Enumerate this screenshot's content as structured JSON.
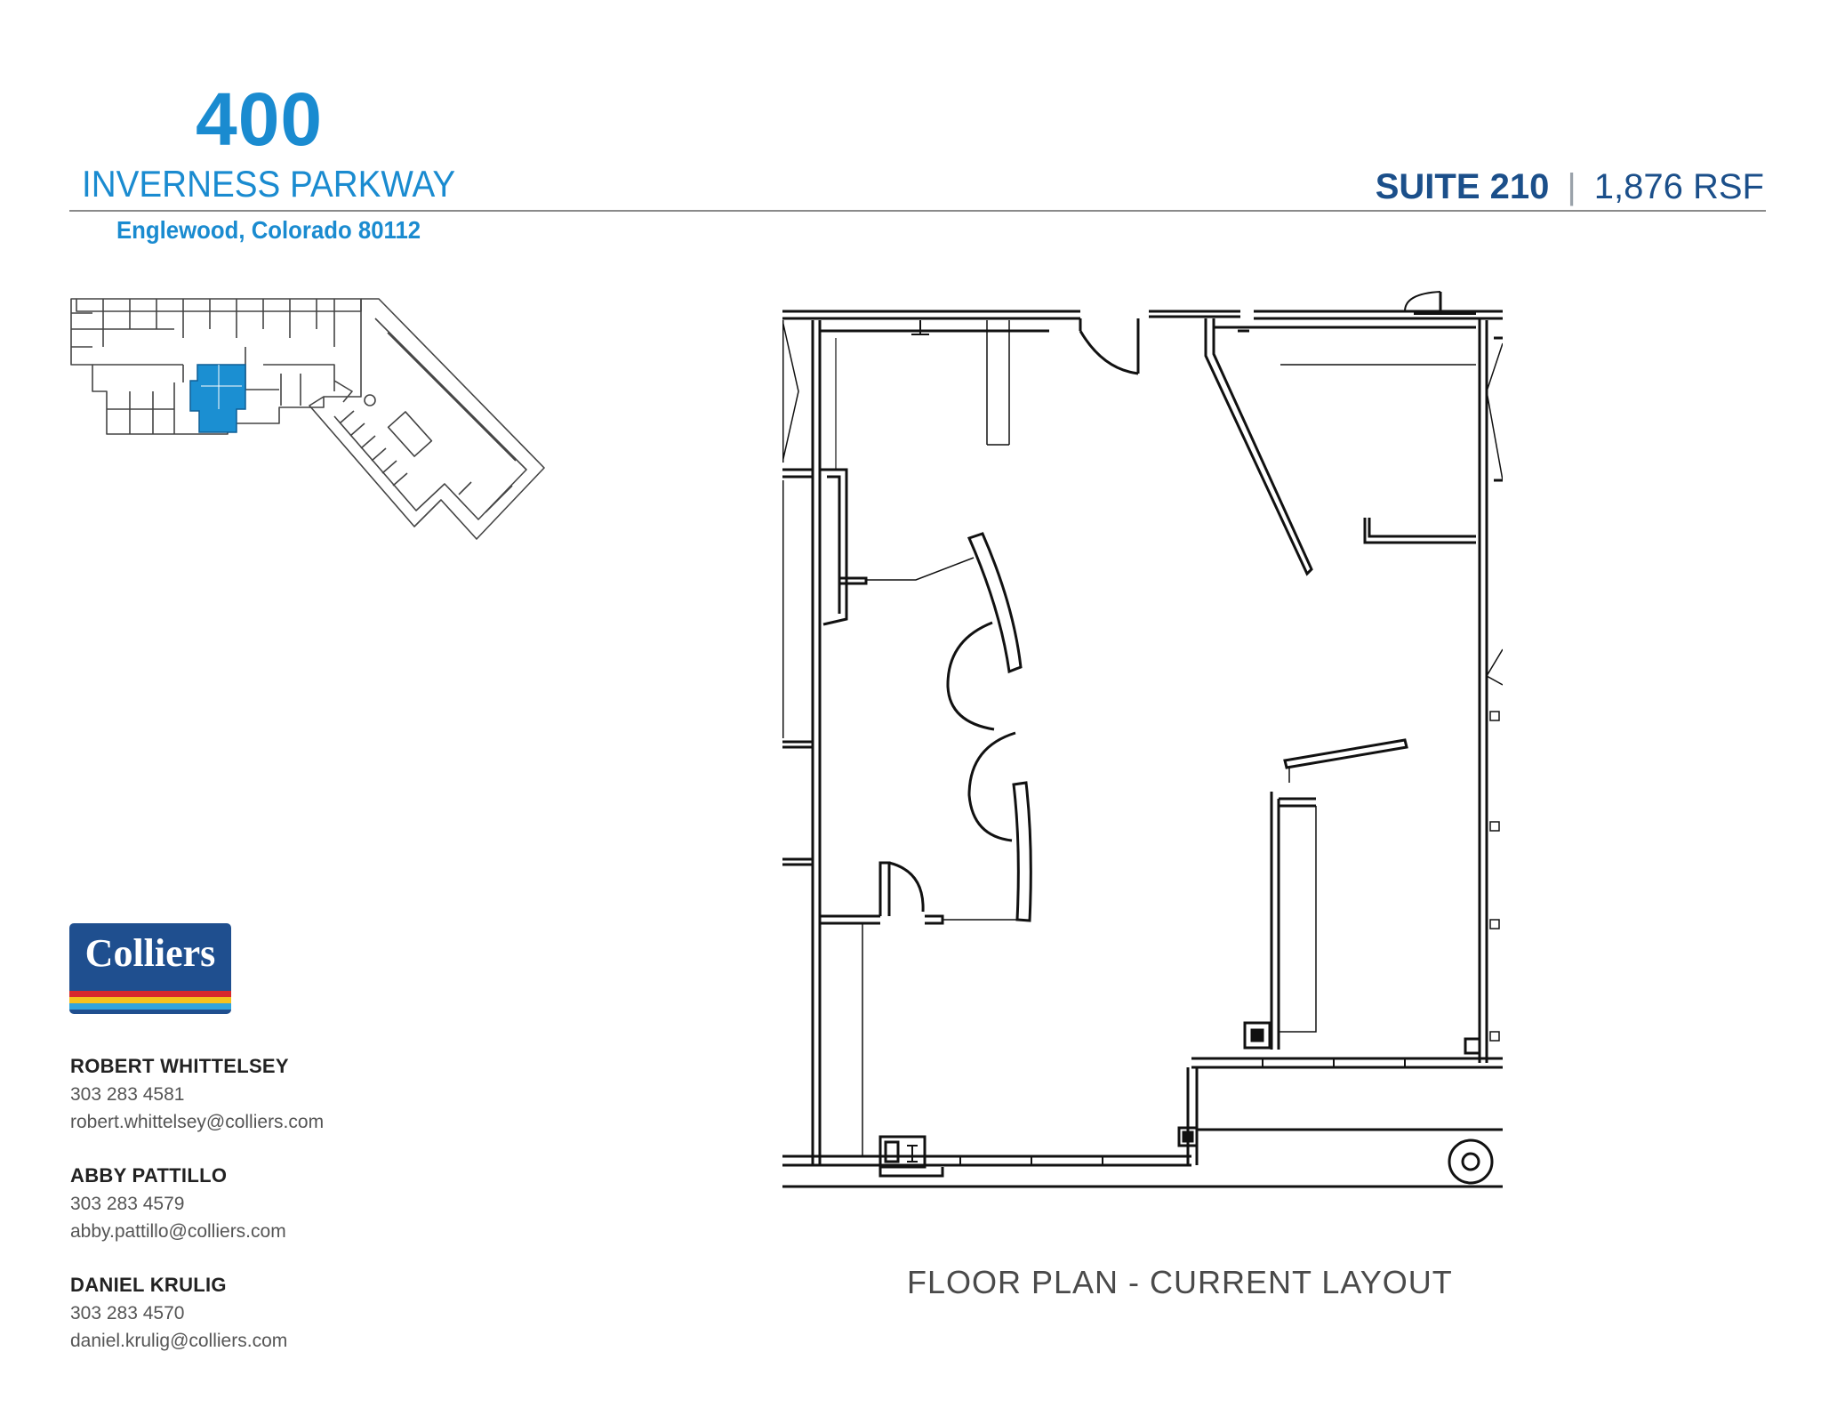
{
  "header": {
    "address_number": "400",
    "street": "INVERNESS PARKWAY",
    "city": "Englewood, Colorado 80112",
    "suite": "SUITE 210",
    "separator": "|",
    "area": "1,876 RSF"
  },
  "floor_plan": {
    "caption": "FLOOR PLAN - CURRENT LAYOUT"
  },
  "logo": {
    "text": "Colliers"
  },
  "contacts": [
    {
      "name": "ROBERT WHITTELSEY",
      "phone": "303 283 4581",
      "email": "robert.whittelsey@colliers.com"
    },
    {
      "name": "ABBY PATTILLO",
      "phone": "303 283 4579",
      "email": "abby.pattillo@colliers.com"
    },
    {
      "name": "DANIEL KRULIG",
      "phone": "303 283 4570",
      "email": "daniel.krulig@colliers.com"
    }
  ],
  "colors": {
    "brand_blue": "#1a8bd0",
    "navy": "#1b4f8a",
    "highlight_suite": "#1b8fd2"
  }
}
